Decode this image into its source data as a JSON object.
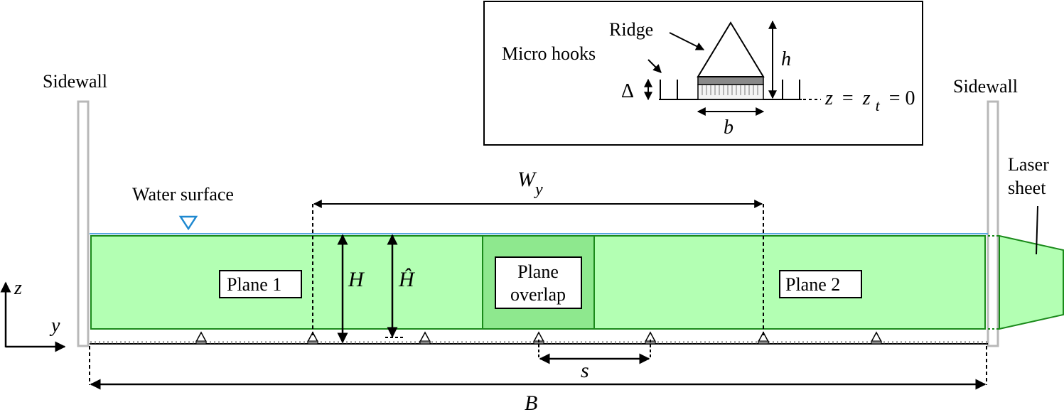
{
  "labels": {
    "sidewall_left": "Sidewall",
    "sidewall_right": "Sidewall",
    "water_surface": "Water surface",
    "laser_sheet_line1": "Laser",
    "laser_sheet_line2": "sheet",
    "plane_1": "Plane 1",
    "plane_2": "Plane 2",
    "plane_overlap_line1": "Plane",
    "plane_overlap_line2": "overlap",
    "W_y_main": "W",
    "W_y_sub": "y",
    "H": "H",
    "H_hat": "Ĥ",
    "s": "s",
    "B": "B",
    "axis_z": "z",
    "axis_y": "y"
  },
  "inset": {
    "ridge": "Ridge",
    "micro_hooks": "Micro hooks",
    "h": "h",
    "b": "b",
    "delta": "Δ",
    "eq_z": "z",
    "eq_equals1": "=",
    "eq_zt": "z",
    "eq_t": "t",
    "eq_rest": "= 0"
  },
  "colors": {
    "planes": "#b3ffb3",
    "overlap": "#8ee88e",
    "plane_border": "#1a8a1a",
    "water_line": "#5aa7e0",
    "water_marker": "#1e88d0",
    "sidewall": "#b8b8b8",
    "ink": "#000000"
  }
}
